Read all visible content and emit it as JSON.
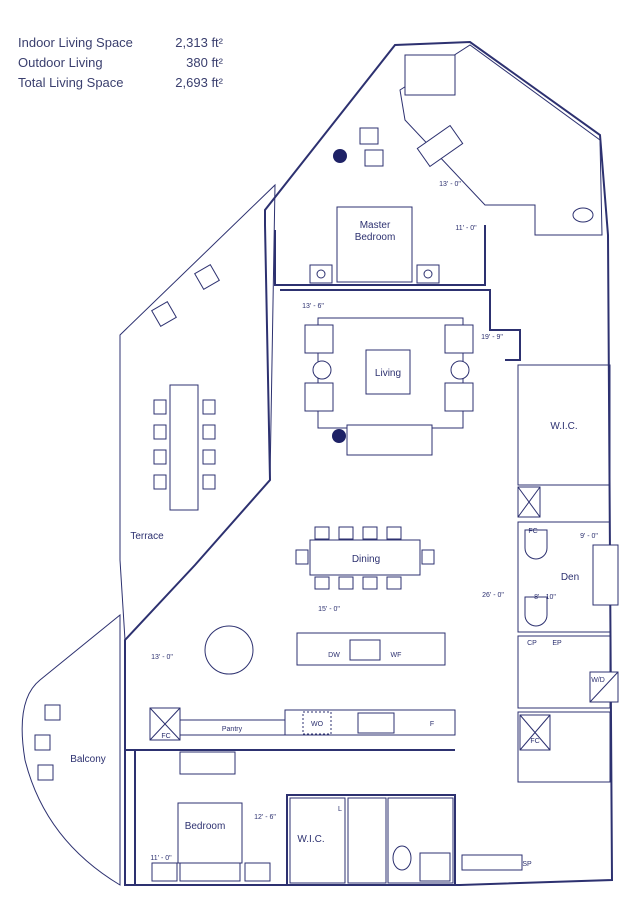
{
  "stats": [
    {
      "label": "Indoor Living Space",
      "value": "2,313 ft²"
    },
    {
      "label": "Outdoor Living",
      "value": "380 ft²"
    },
    {
      "label": "Total Living Space",
      "value": "2,693 ft²"
    }
  ],
  "rooms": {
    "master_bedroom_1": "Master",
    "master_bedroom_2": "Bedroom",
    "living": "Living",
    "wic_master": "W.I.C.",
    "terrace": "Terrace",
    "dining": "Dining",
    "den": "Den",
    "balcony": "Balcony",
    "bedroom": "Bedroom",
    "wic_bedroom": "W.I.C.",
    "pantry": "Pantry"
  },
  "fixtures": {
    "wall_oven": "WO",
    "fridge": "F",
    "dishwasher": "DW",
    "wine_fridge": "WF",
    "fc_kitchen": "FC",
    "fc_den": "FC",
    "fc_bath": "FC",
    "cp": "CP",
    "ep": "EP",
    "washer_dryer": "W/D",
    "linen": "L",
    "sp": "SP"
  },
  "dimensions": {
    "master_width": "13' - 0\"",
    "master_depth": "11' - 0\"",
    "master_bed_wall": "13' - 6\"",
    "living_width": "19' - 9\"",
    "den_width": "9' - 0\"",
    "living_depth": "26' - 0\"",
    "den_depth": "8' - 10\"",
    "kitchen_width": "15' - 0\"",
    "dining_depth": "13' - 0\"",
    "bedroom_width": "12' - 6\"",
    "bedroom_depth": "11' - 0\""
  },
  "colors": {
    "interior": "#dcdcec",
    "line": "#2d3170"
  }
}
